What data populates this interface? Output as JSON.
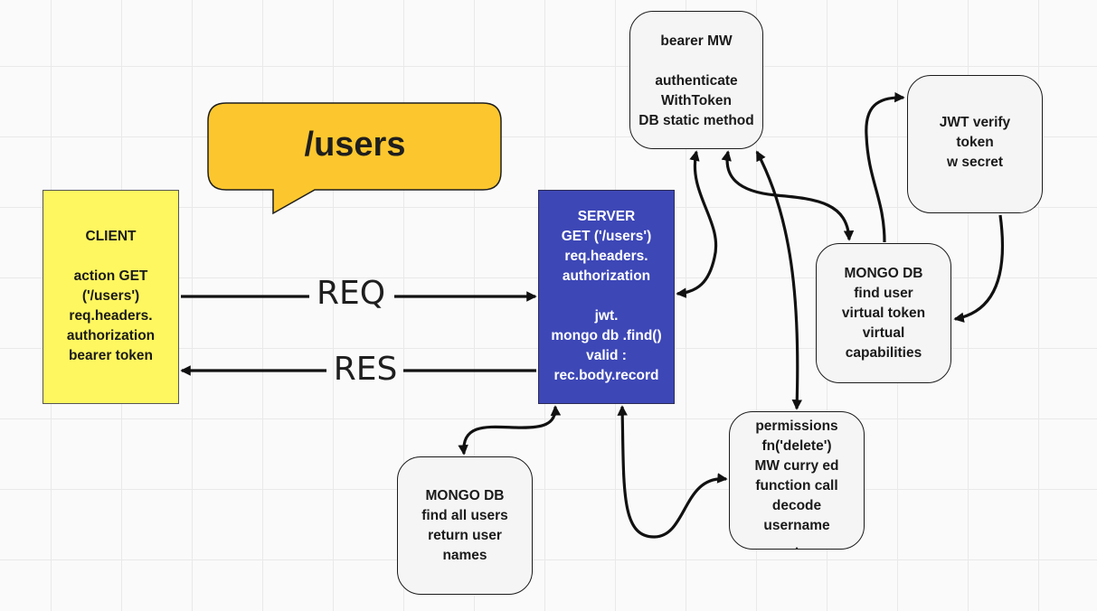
{
  "route_label": "/users",
  "colors": {
    "callout_fill": "#fcc72e",
    "client_fill": "#fff760",
    "server_fill": "#3d47b6",
    "box_fill": "#f5f5f5",
    "stroke": "#111111"
  },
  "nodes": {
    "client": {
      "lines": [
        "CLIENT",
        "",
        "action GET",
        "('/users')",
        "req.headers.",
        "authorization",
        "bearer token"
      ]
    },
    "server": {
      "lines": [
        "SERVER",
        "GET ('/users')",
        "req.headers.",
        "authorization",
        "",
        "jwt.",
        "mongo db .find()",
        "valid :",
        "rec.body.record"
      ]
    },
    "bearer_mw": {
      "lines": [
        "bearer MW",
        "",
        "authenticate",
        "WithToken",
        "DB static method"
      ]
    },
    "jwt_verify": {
      "lines": [
        "JWT verify",
        "token",
        "w secret"
      ]
    },
    "mongo_find_user": {
      "lines": [
        "MONGO DB",
        "find user",
        "virtual token",
        "virtual",
        "capabilities"
      ]
    },
    "permissions": {
      "lines": [
        "permissions",
        "fn('delete')",
        "MW curry ed",
        "function call",
        "decode",
        "username",
        "."
      ]
    },
    "mongo_find_all": {
      "lines": [
        "MONGO DB",
        "find all users",
        "return user",
        "names"
      ]
    }
  },
  "edges": {
    "request": "REQ",
    "response": "RES"
  }
}
